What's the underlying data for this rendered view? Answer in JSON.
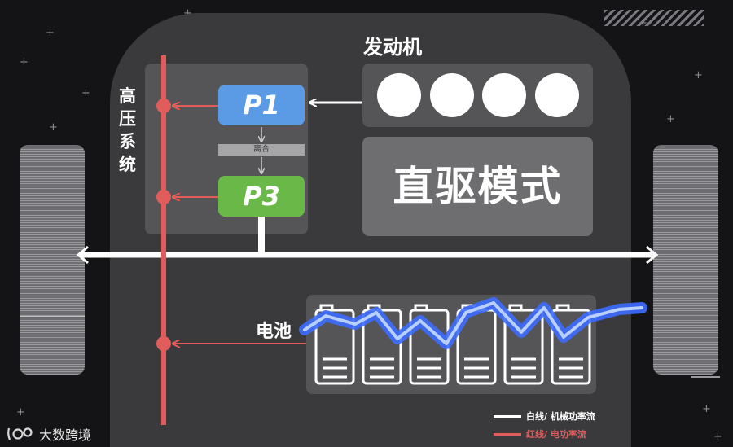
{
  "title": "直驱模式",
  "labels": {
    "engine": "发动机",
    "hv_system": [
      "高",
      "压",
      "系",
      "统"
    ],
    "clutch": "离合",
    "battery": "电池"
  },
  "modules": {
    "p1": "P1",
    "p3": "P3"
  },
  "legend": {
    "white": "白线/ 机械功率流",
    "red": "红线/ 电功率流"
  },
  "watermark": "大数跨境",
  "colors": {
    "background": "#141416",
    "body": "#3a3a3c",
    "panel": "#555558",
    "p1": "#5b9be6",
    "p3": "#6ab847",
    "hv_line": "#e25c5c",
    "mechanical_line": "#ffffff",
    "lightning": "#4a7cff"
  },
  "icons": {
    "engine_cylinders": "circle-icon",
    "battery_cells": "battery-cell-icon",
    "lightning": "lightning-icon",
    "tires": "tire-icon"
  }
}
